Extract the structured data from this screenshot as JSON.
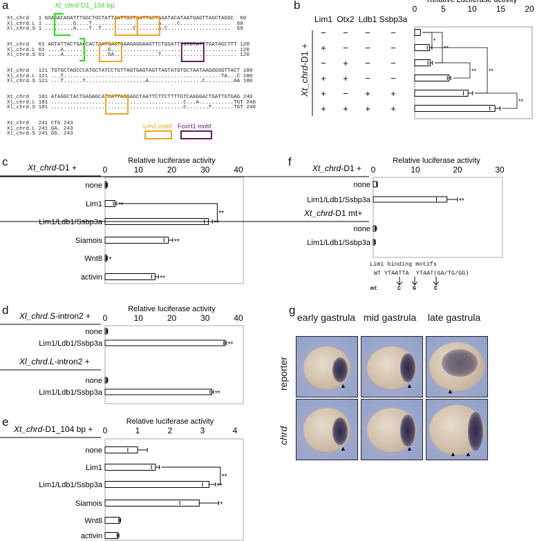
{
  "panel_labels": [
    "a",
    "b",
    "c",
    "d",
    "e",
    "f",
    "g"
  ],
  "alignment": {
    "title": "Xt_chrd-D1_104 bp",
    "title_italic": "Xt_chrd",
    "title_rest": "-D1_104 bp",
    "blocks": [
      [
        "Xt_chrd   1 GGAGACAGATTTGGCTGCTATTAATTGCTAATTACTAGATACATAATGAGTTAGCTAGGC  60",
        "Xl_chrd.L 1 .........G....T.....................A.....C................  60",
        "Xl_chrd.S 1 .........A....T..T..........C.......A.C....................  60"
      ],
      [
        "Xt_chrd   61 AGTATTACTGACCACTAATGAGTGAAGAGGAAGTTCTGGATTTGTGTATTTGATAGCTTT 120",
        "Xl_chrd.L 61 ....A......T.......G........................................ 120",
        "Xl_chrd.S 61 ....A......T.......GA..............T........................ 120"
      ],
      [
        "Xt_chrd   121 TGTGCTAGCCCATGCTATCCTGTTAGTGAGTAGTTAGTATGTGCTAATAAGGGGGTTACT 180",
        "Xl_chrd.L 121 ...T..................................................TA...C 180",
        "Xl_chrd.S 121 ...T......T...................A.................C.........AA 180"
      ],
      [
        "Xt_chrd   181 ATAGGCTACTGAGAGCATCATTAGGAGCTAATTCTTCTTTTGTCAAGGACTGATTGTGAG 240",
        "Xl_chrd.L 181 ..........................................C...A...........TGT 240",
        "Xl_chrd.S 181 ..........................................C.......T.......TGT 240"
      ],
      [
        "Xt_chrd   241 CTG 243",
        "Xl_chrd.L 241 GA. 243",
        "Xl_chrd.S 241 GG. 243"
      ]
    ],
    "legend": {
      "lim1": "Lim1 motif",
      "foxh1": "FoxH1 motif"
    },
    "colors": {
      "lim1": "#f5a21b",
      "foxh1": "#5b1a5e",
      "region": "#3ddc2a"
    }
  },
  "chart_data": [
    {
      "panel": "b",
      "type": "bar",
      "orientation": "horizontal",
      "xlabel": "Relative Luciferase activity",
      "xlim": [
        0,
        20
      ],
      "ticks": [
        "0",
        "5",
        "10",
        "15",
        "20"
      ],
      "construct": "Xt_chrd-D1 +",
      "construct_italic": "Xt_chrd",
      "construct_rest": "-D1 +",
      "factors": [
        "Lim1",
        "Otx2",
        "Ldb1",
        "Ssbp3a"
      ],
      "conditions": [
        [
          "−",
          "−",
          "−",
          "−"
        ],
        [
          "+",
          "−",
          "−",
          "−"
        ],
        [
          "−",
          "+",
          "−",
          "−"
        ],
        [
          "+",
          "+",
          "−",
          "−"
        ],
        [
          "+",
          "−",
          "+",
          "+"
        ],
        [
          "+",
          "+",
          "+",
          "+"
        ]
      ],
      "values": [
        1.0,
        2.6,
        2.7,
        6.0,
        9.3,
        14.0
      ],
      "errors": [
        0,
        0.4,
        0.4,
        0.3,
        0.8,
        0.9
      ],
      "significance": [
        [
          0,
          1,
          "*"
        ],
        [
          0,
          2,
          "**"
        ],
        [
          2,
          3,
          "**"
        ],
        [
          1,
          4,
          "**"
        ],
        [
          4,
          5,
          "**"
        ]
      ]
    },
    {
      "panel": "c",
      "type": "bar",
      "orientation": "horizontal",
      "xlabel": "Relative luciferase activity",
      "xlim": [
        0,
        40
      ],
      "ticks": [
        "0",
        "10",
        "20",
        "30",
        "40"
      ],
      "groups": [
        {
          "italic": "Xt_chrd",
          "rest": "-D1 +"
        }
      ],
      "categories": [
        "none",
        "Lim1",
        "Lim1/Ldb1/Ssbp3a",
        "Siamois",
        "Wnt8",
        "activin"
      ],
      "values": [
        0.5,
        3.0,
        31.0,
        19.0,
        0.5,
        15.0
      ],
      "errors": [
        0.2,
        0.5,
        1.2,
        1.3,
        0.2,
        1.0
      ],
      "stars": [
        "",
        "**",
        "**",
        "**",
        "*",
        "**"
      ],
      "bracket": [
        1,
        2,
        "**"
      ]
    },
    {
      "panel": "d",
      "type": "bar",
      "orientation": "horizontal",
      "xlabel": "Relative luciferase activity",
      "xlim": [
        0,
        40
      ],
      "ticks": [
        "0",
        "10",
        "20",
        "30",
        "40"
      ],
      "groups": [
        {
          "italic": "Xl_chrd.S",
          "rest": "-intron2 +"
        },
        {
          "italic": "Xl_chrd.L",
          "rest": "-intron2 +"
        }
      ],
      "categories": [
        "none",
        "Lim1/Ldb1/Ssbp3a",
        "none",
        "Lim1/Ldb1/Ssbp3a"
      ],
      "values": [
        0.6,
        36.0,
        0.6,
        32.0
      ],
      "errors": [
        0.2,
        0.4,
        0.2,
        0.5
      ],
      "stars": [
        "",
        "**",
        "",
        "**"
      ]
    },
    {
      "panel": "e",
      "type": "bar",
      "orientation": "horizontal",
      "xlabel": "Relative luciferase activity",
      "xlim": [
        0,
        4
      ],
      "ticks": [
        "0",
        "1",
        "2",
        "3",
        "4"
      ],
      "groups": [
        {
          "italic": "Xt_chrd",
          "rest": "-D1_104 bp +"
        }
      ],
      "categories": [
        "none",
        "Lim1",
        "Lim1/Ldb1/Ssbp3a",
        "Siamois",
        "Wnt8",
        "activin"
      ],
      "values": [
        1.0,
        1.55,
        3.2,
        2.9,
        0.45,
        0.4
      ],
      "errors": [
        0.3,
        0.12,
        0.2,
        0.6,
        0.03,
        0.03
      ],
      "stars": [
        "",
        "",
        "**",
        "*",
        "",
        ""
      ],
      "bracket": [
        1,
        2,
        "**"
      ]
    },
    {
      "panel": "f",
      "type": "bar",
      "orientation": "horizontal",
      "xlabel": "Relative luciferase activity",
      "xlim": [
        0,
        30
      ],
      "ticks": [
        "0",
        "10",
        "20",
        "30"
      ],
      "groups": [
        {
          "italic": "Xt_chrd",
          "rest": "-D1 +"
        },
        {
          "italic": "Xt_chrd",
          "rest": "-D1 mt+"
        }
      ],
      "categories": [
        "none",
        "Lim1/Ldb1/Ssbp3a",
        "none",
        "Lim1/Ldb1/Ssbp3a"
      ],
      "values": [
        0.9,
        17.5,
        0.6,
        0.4
      ],
      "errors": [
        0.1,
        2.5,
        0.2,
        0.1
      ],
      "stars": [
        "",
        "**",
        "",
        ""
      ]
    }
  ],
  "motifs": {
    "title": "Lim1 binding motifs",
    "wt_label": "WT",
    "wt_seq": "YTAATTA  YTAAT(GA/TG/GG)",
    "mt_label": "mt",
    "mt_bases": [
      "C",
      "G",
      "C"
    ]
  },
  "in_situ": {
    "columns": [
      "early gastrula",
      "mid gastrula",
      "late gastrula"
    ],
    "rows": [
      "reporter",
      "chrd"
    ]
  }
}
